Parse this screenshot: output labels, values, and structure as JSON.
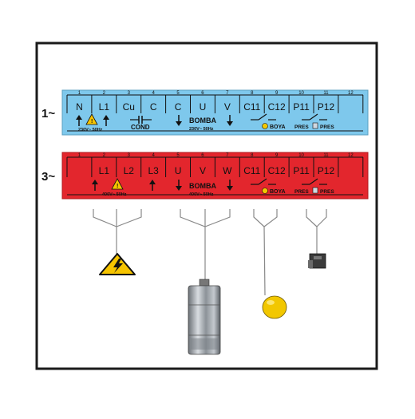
{
  "phase_labels": {
    "single": "1~",
    "three": "3~"
  },
  "strip_single": {
    "color": "#7ec8ec",
    "numbers": [
      "1",
      "2",
      "3",
      "4",
      "5",
      "6",
      "7",
      "8",
      "9",
      "10",
      "11",
      "12"
    ],
    "terminals": [
      "N",
      "L1",
      "Cu",
      "C",
      "C",
      "U",
      "V",
      "C11",
      "C12",
      "P11",
      "P12",
      ""
    ],
    "supply_text": "230V~ 50Hz",
    "cond_text": "COND",
    "bomba_text": "BOMBA",
    "bomba_sub": "230V~ 50Hz",
    "boya_text": "BOYA",
    "pres_text": "PRES",
    "pres_text2": "PRES"
  },
  "strip_three": {
    "color": "#e3262d",
    "numbers": [
      "1",
      "2",
      "3",
      "4",
      "5",
      "6",
      "7",
      "8",
      "9",
      "10",
      "11",
      "12"
    ],
    "terminals": [
      "",
      "L1",
      "L2",
      "L3",
      "U",
      "V",
      "W",
      "C11",
      "C12",
      "P11",
      "P12",
      ""
    ],
    "supply_text": "400V~ 50Hz",
    "bomba_text": "BOMBA",
    "bomba_sub": "400V~ 50Hz",
    "boya_text": "BOYA",
    "pres_text": "PRES",
    "pres_text2": "PRES"
  },
  "colors": {
    "frame": "#1a1a1a",
    "warning": "#f6c400",
    "float": "#f2c700",
    "cable": "#888888"
  },
  "icons": [
    "high-voltage-icon",
    "submersible-pump-icon",
    "float-switch-icon",
    "pressure-switch-icon"
  ]
}
